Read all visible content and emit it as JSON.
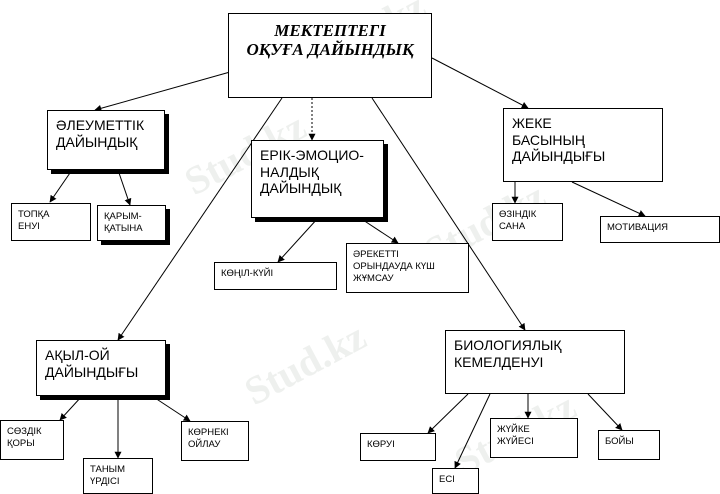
{
  "watermark": "Stud.kz",
  "root": {
    "text": "МЕКТЕПТЕГІ\nОҚУҒА ДАЙЫНДЫҚ"
  },
  "categories": {
    "social": "ӘЛЕУМЕТТІК\nДАЙЫНДЫҚ",
    "volitional": "ЕРІК-ЭМОЦИО-\nНАЛДЫҚ\nДАЙЫНДЫҚ",
    "personal": "ЖЕКЕ\nБАСЫНЫҢ\nДАЙЫНДЫҒЫ",
    "mental": "АҚЫЛ-ОЙ\nДАЙЫНДЫҒЫ",
    "biological": "БИОЛОГИЯЛЫҚ\nКЕМЕЛДЕНУІ"
  },
  "leaves": {
    "topqa": "ТОПҚА\nЕНУІ",
    "qarym": "ҚАРЫМ-\nҚАТЫНА",
    "konil": "КӨҢІЛ-КҮЙІ",
    "areketti": "ӘРЕКЕТТІ\nОРЫНДАУДА КҮШ\nЖҰМСАУ",
    "ozindik": "ӨЗІНДІК\nСАНА",
    "motivacia": "МОТИВАЦИЯ",
    "sozdik": "СӨЗДІК\nҚОРЫ",
    "tanym": "ТАНЫМ\nҮРДІСІ",
    "kornek": "КӨРНЕКІ\nОЙЛАУ",
    "koru": "КӨРУІ",
    "esi": "ЕСІ",
    "zhuike": "ЖҮЙКЕ\nЖҮЙЕСІ",
    "boiy": "БОЙЫ"
  }
}
